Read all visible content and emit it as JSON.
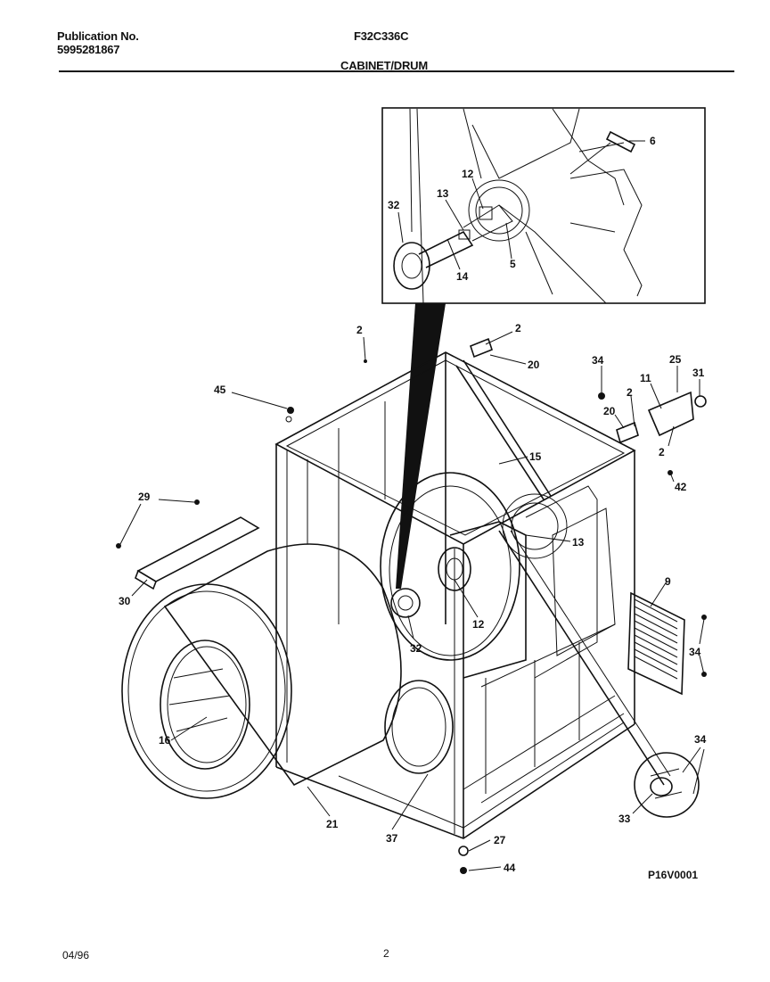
{
  "header": {
    "publication_label": "Publication No.",
    "publication_number": "5995281867",
    "model": "F32C336C",
    "section": "CABINET/DRUM"
  },
  "footer": {
    "date": "04/96",
    "page": "2",
    "drawing_id": "P16V0001"
  },
  "callouts": {
    "inset_6": "6",
    "inset_12": "12",
    "inset_13": "13",
    "inset_32": "32",
    "inset_14": "14",
    "inset_5": "5",
    "main_2a": "2",
    "main_2b": "2",
    "main_20a": "20",
    "main_34a": "34",
    "main_25": "25",
    "main_11": "11",
    "main_31": "31",
    "main_2c": "2",
    "main_20b": "20",
    "main_2d": "2",
    "main_42": "42",
    "main_45": "45",
    "main_15": "15",
    "main_29": "29",
    "main_13": "13",
    "main_30": "30",
    "main_9": "9",
    "main_12": "12",
    "main_32": "32",
    "main_34b": "34",
    "main_16": "16",
    "main_34c": "34",
    "main_33": "33",
    "main_21": "21",
    "main_37": "37",
    "main_27": "27",
    "main_44": "44"
  }
}
